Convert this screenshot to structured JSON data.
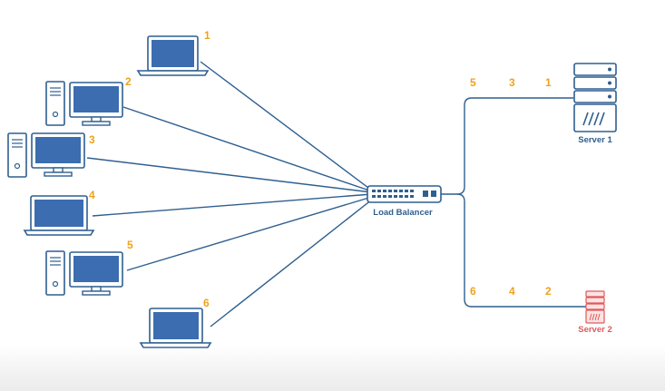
{
  "colors": {
    "line": "#2f5f8f",
    "device_stroke": "#2f5f8f",
    "screen_fill": "#3b6db0",
    "number": "#f0a21a",
    "label": "#2f5f8f",
    "server2": "#e05a5a",
    "server2_fill": "#fbe3e3"
  },
  "clients": [
    {
      "number": "1",
      "icon": "laptop-icon"
    },
    {
      "number": "2",
      "icon": "desktop-icon"
    },
    {
      "number": "3",
      "icon": "desktop-icon"
    },
    {
      "number": "4",
      "icon": "laptop-icon"
    },
    {
      "number": "5",
      "icon": "desktop-icon"
    },
    {
      "number": "6",
      "icon": "laptop-icon"
    }
  ],
  "load_balancer": {
    "label": "Load Balancer",
    "icon": "network-switch-icon"
  },
  "servers": [
    {
      "label": "Server 1",
      "icon": "server-icon",
      "requests": [
        "5",
        "3",
        "1"
      ]
    },
    {
      "label": "Server 2",
      "icon": "server-icon",
      "requests": [
        "6",
        "4",
        "2"
      ]
    }
  ]
}
